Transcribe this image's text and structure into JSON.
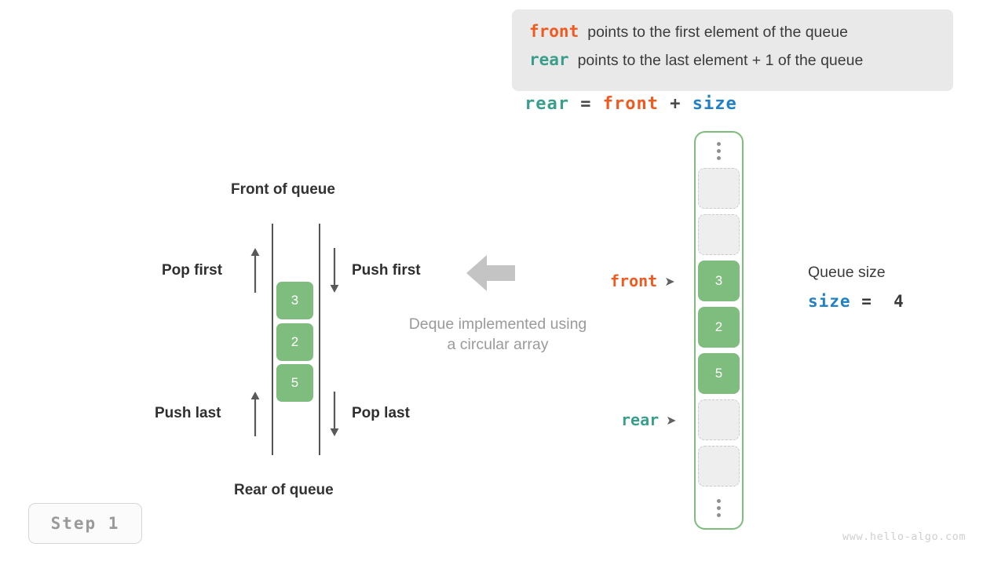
{
  "info_box": {
    "lines": [
      {
        "keyword": "front",
        "keyword_color": "#ef5a20",
        "text": "points to the first element of the queue"
      },
      {
        "keyword": "rear",
        "keyword_color": "#3a9e8c",
        "text": "points to the last element + 1 of the queue"
      }
    ]
  },
  "formula": {
    "lhs": "rear",
    "eq": " = ",
    "rhs1": "front",
    "plus": " + ",
    "rhs2": "size"
  },
  "deque_diagram": {
    "top_label": "Front of queue",
    "bottom_label": "Rear of queue",
    "operations": {
      "pop_first": "Pop first",
      "push_first": "Push first",
      "push_last": "Push last",
      "pop_last": "Pop last"
    },
    "cells": [
      {
        "value": "3"
      },
      {
        "value": "2"
      },
      {
        "value": "5"
      }
    ],
    "center_note_line1": "Deque implemented using",
    "center_note_line2": "a circular array"
  },
  "circular_array": {
    "slots": [
      {
        "type": "ellipsis",
        "value": ""
      },
      {
        "type": "empty",
        "value": ""
      },
      {
        "type": "empty",
        "value": ""
      },
      {
        "type": "filled",
        "value": "3"
      },
      {
        "type": "filled",
        "value": "2"
      },
      {
        "type": "filled",
        "value": "5"
      },
      {
        "type": "empty",
        "value": ""
      },
      {
        "type": "empty",
        "value": ""
      },
      {
        "type": "ellipsis",
        "value": ""
      }
    ],
    "pointers": {
      "front_label": "front",
      "front_tick": "➤",
      "rear_label": "rear",
      "rear_tick": "➤"
    }
  },
  "queue_size": {
    "title": "Queue size",
    "expression": "size = 4",
    "var_name": "size",
    "eq_value": " =  4"
  },
  "step_badge": {
    "label": "Step 1"
  },
  "watermark": {
    "text": "www.hello-algo.com"
  },
  "colors": {
    "accent_orange": "#ef5a20",
    "accent_teal": "#3a9e8c",
    "accent_blue": "#2280c5",
    "cell_green": "#7ebd7e",
    "panel_grey": "#e9e9e9",
    "muted_grey": "#9a9a9a",
    "arrow_grey": "#c4c4c4"
  }
}
